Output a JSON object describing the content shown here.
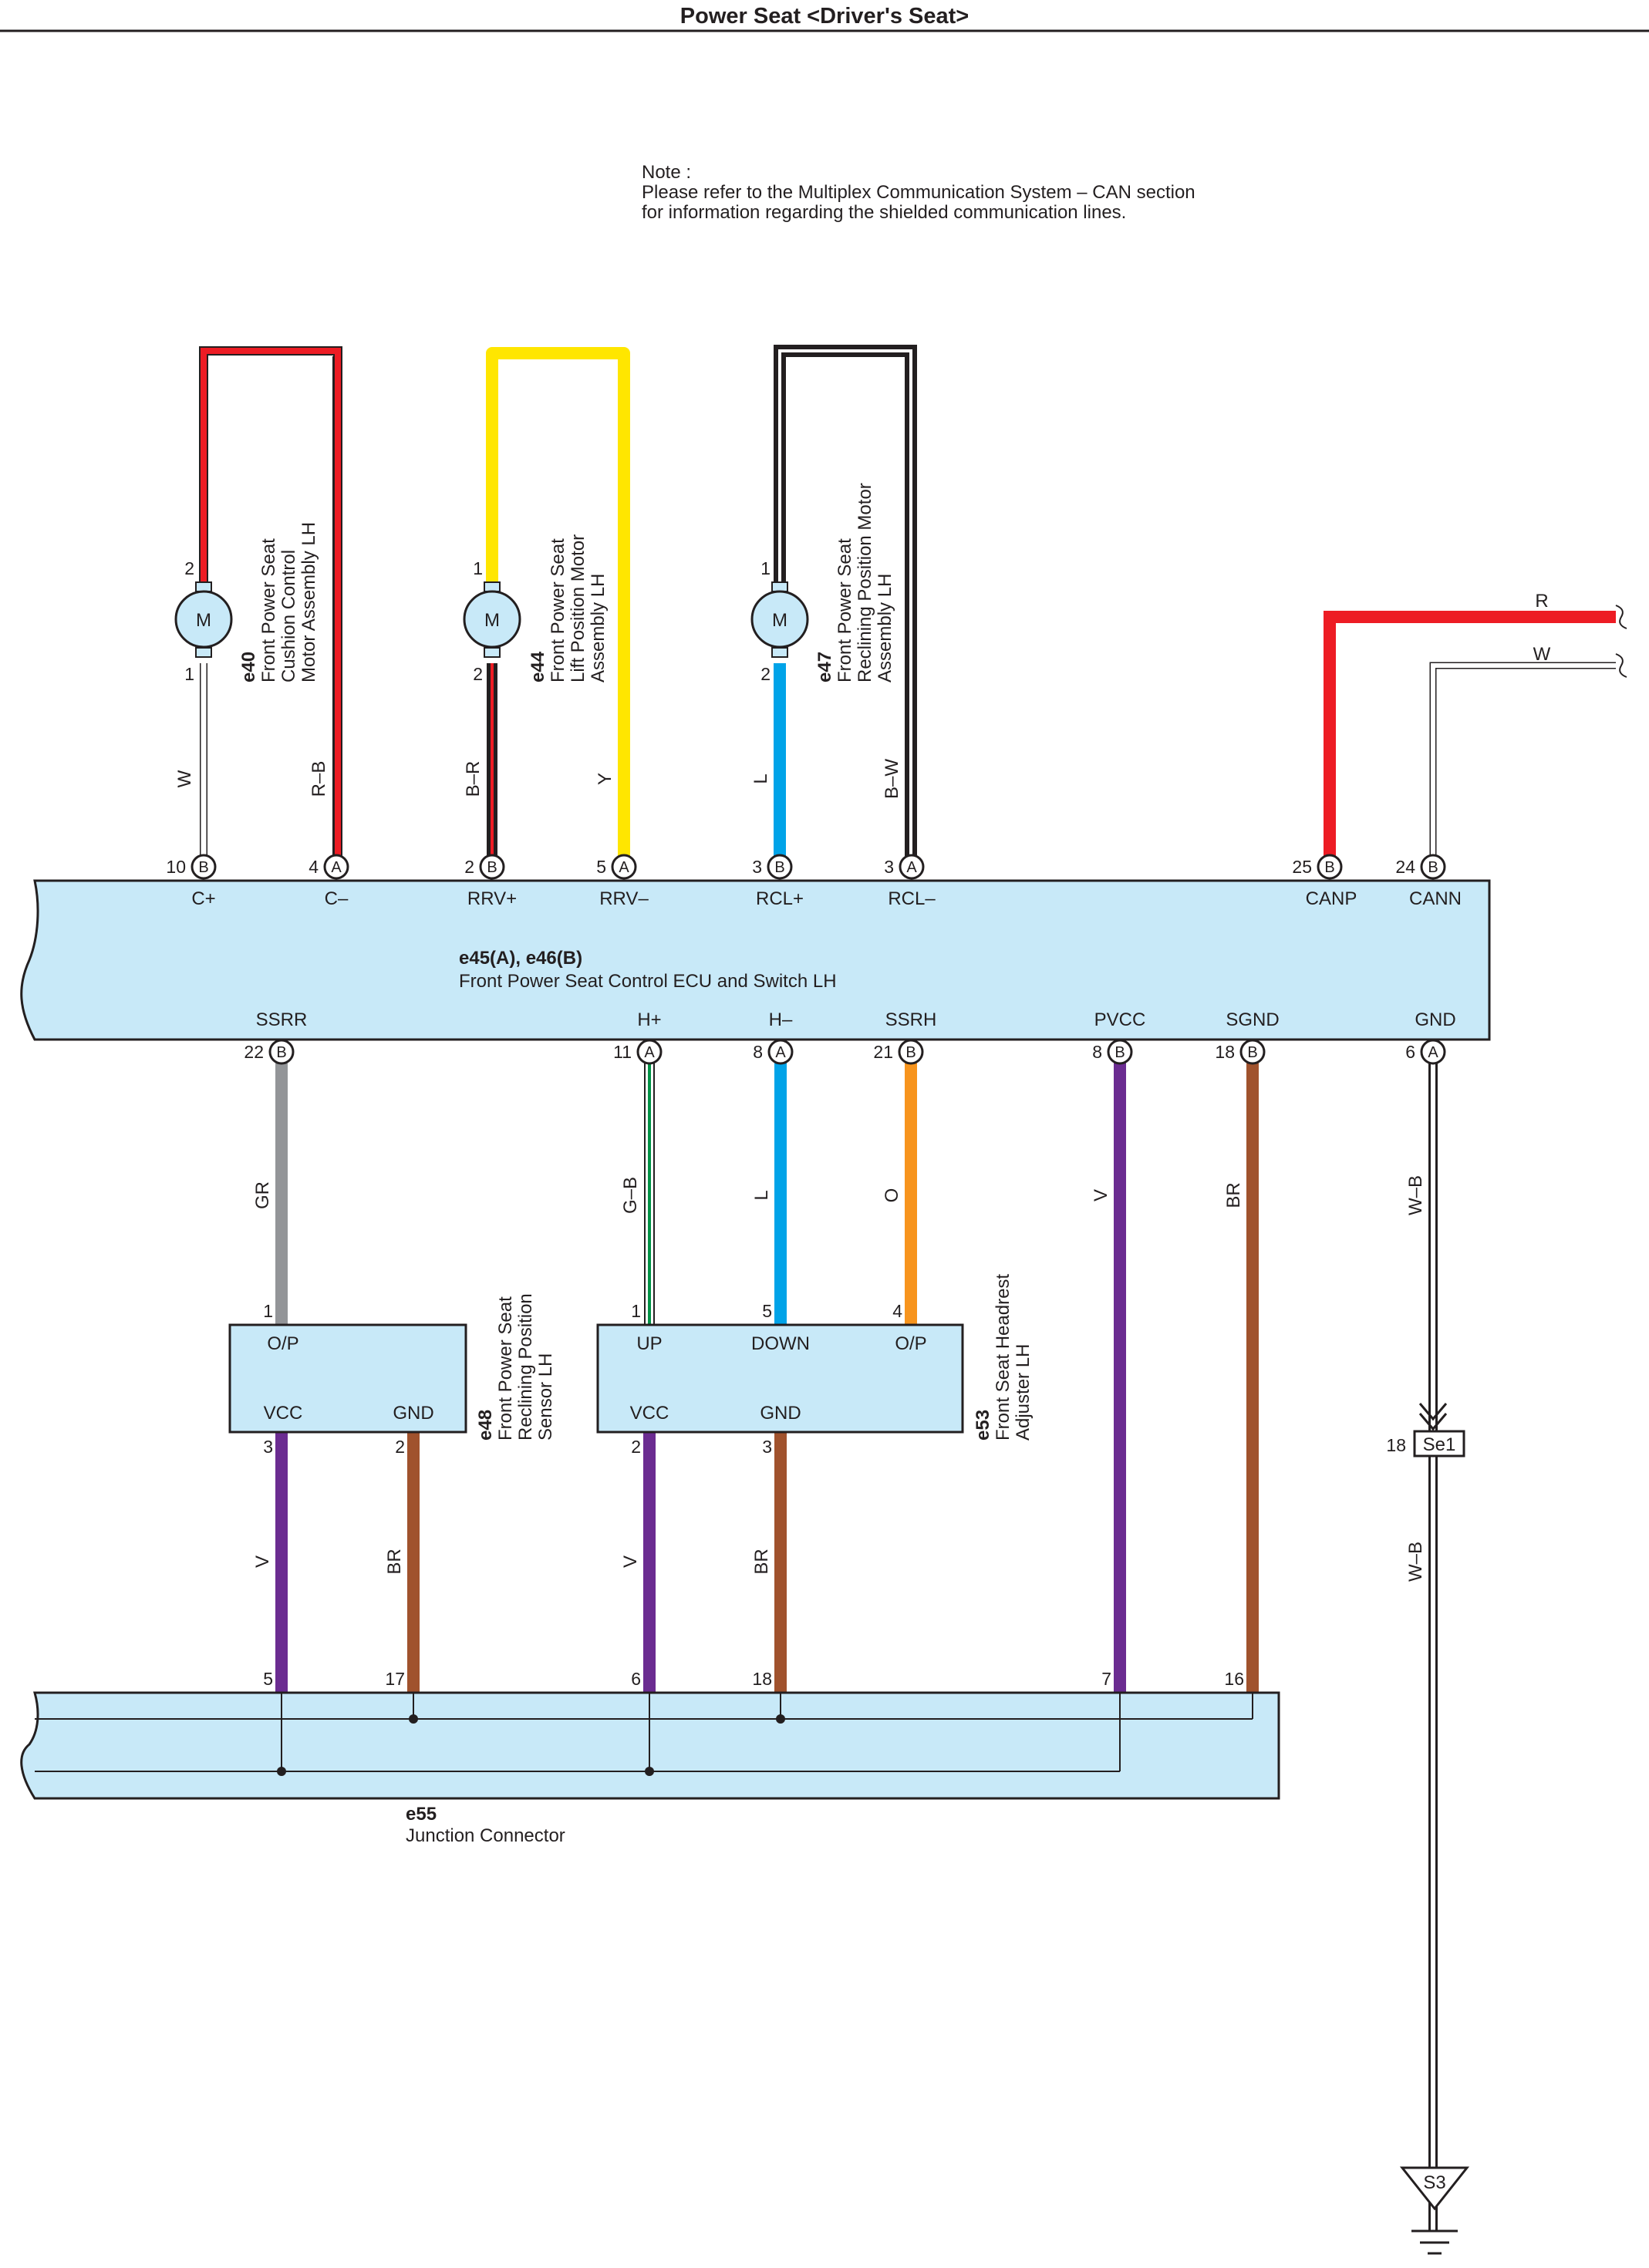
{
  "title": "Power Seat <Driver's Seat>",
  "note": {
    "line1": "Note :",
    "line2": "Please refer to the Multiplex Communication System – CAN section",
    "line3": "for information regarding the shielded communication lines."
  },
  "colors": {
    "ecu_fill": "#c8e9f8",
    "R": "#ed1c24",
    "W": "#ffffff",
    "Y": "#ffe600",
    "B": "#231f20",
    "L": "#00a3e8",
    "GR": "#939598",
    "G": "#009245",
    "O": "#f7941d",
    "V": "#6b2c91",
    "BR": "#a0522d"
  },
  "components": {
    "e40": {
      "code": "e40",
      "line1": "Front Power Seat",
      "line2": "Cushion Control",
      "line3": "Motor Assembly LH",
      "symbol": "M"
    },
    "e44": {
      "code": "e44",
      "line1": "Front Power Seat",
      "line2": "Lift Position Motor",
      "line3": "Assembly LH",
      "symbol": "M"
    },
    "e47": {
      "code": "e47",
      "line1": "Front Power Seat",
      "line2": "Reclining Position Motor",
      "line3": "Assembly LH",
      "symbol": "M"
    },
    "ecu": {
      "code": "e45(A), e46(B)",
      "name": "Front Power Seat Control ECU and Switch LH"
    },
    "e48": {
      "code": "e48",
      "line1": "Front Power Seat",
      "line2": "Reclining Position",
      "line3": "Sensor LH"
    },
    "e53": {
      "code": "e53",
      "line1": "Front Seat Headrest",
      "line2": "Adjuster LH"
    },
    "e55": {
      "code": "e55",
      "name": "Junction Connector"
    },
    "se1": {
      "pin": "18",
      "label": "Se1"
    },
    "s3": {
      "label": "S3"
    }
  },
  "ecu_top_terminals": [
    {
      "pin": "10",
      "conn": "B",
      "name": "C+"
    },
    {
      "pin": "4",
      "conn": "A",
      "name": "C–"
    },
    {
      "pin": "2",
      "conn": "B",
      "name": "RRV+"
    },
    {
      "pin": "5",
      "conn": "A",
      "name": "RRV–"
    },
    {
      "pin": "3",
      "conn": "B",
      "name": "RCL+"
    },
    {
      "pin": "3",
      "conn": "A",
      "name": "RCL–"
    },
    {
      "pin": "25",
      "conn": "B",
      "name": "CANP"
    },
    {
      "pin": "24",
      "conn": "B",
      "name": "CANN"
    }
  ],
  "ecu_bottom_terminals": [
    {
      "pin": "22",
      "conn": "B",
      "name": "SSRR"
    },
    {
      "pin": "11",
      "conn": "A",
      "name": "H+"
    },
    {
      "pin": "8",
      "conn": "A",
      "name": "H–"
    },
    {
      "pin": "21",
      "conn": "B",
      "name": "SSRH"
    },
    {
      "pin": "8",
      "conn": "B",
      "name": "PVCC"
    },
    {
      "pin": "18",
      "conn": "B",
      "name": "SGND"
    },
    {
      "pin": "6",
      "conn": "A",
      "name": "GND"
    }
  ],
  "motor_pins": {
    "e40_top": "2",
    "e40_bottom": "1",
    "e44_top": "1",
    "e44_bottom": "2",
    "e47_top": "1",
    "e47_bottom": "2"
  },
  "wire_labels": {
    "e40_w": "W",
    "e40_rb": "R–B",
    "e44_br": "B–R",
    "e44_y": "Y",
    "e47_l": "L",
    "e47_bw": "B–W",
    "can_r": "R",
    "can_w": "W",
    "ssrr_gr": "GR",
    "hplus_gb": "G–B",
    "hminus_l": "L",
    "ssrh_o": "O",
    "pvcc_v": "V",
    "sgnd_br": "BR",
    "gnd_wb": "W–B",
    "gnd_wb2": "W–B",
    "e48_v": "V",
    "e48_br": "BR",
    "e53_v": "V",
    "e53_br": "BR"
  },
  "e48_terminals": {
    "op_pin": "1",
    "op": "O/P",
    "vcc": "VCC",
    "vcc_pin": "3",
    "gnd": "GND",
    "gnd_pin": "2"
  },
  "e53_terminals": {
    "up_pin": "1",
    "up": "UP",
    "down_pin": "5",
    "down": "DOWN",
    "op_pin": "4",
    "op": "O/P",
    "vcc": "VCC",
    "vcc_pin": "2",
    "gnd": "GND",
    "gnd_pin": "3"
  },
  "e55_pins": [
    "5",
    "17",
    "6",
    "18",
    "7",
    "16"
  ]
}
